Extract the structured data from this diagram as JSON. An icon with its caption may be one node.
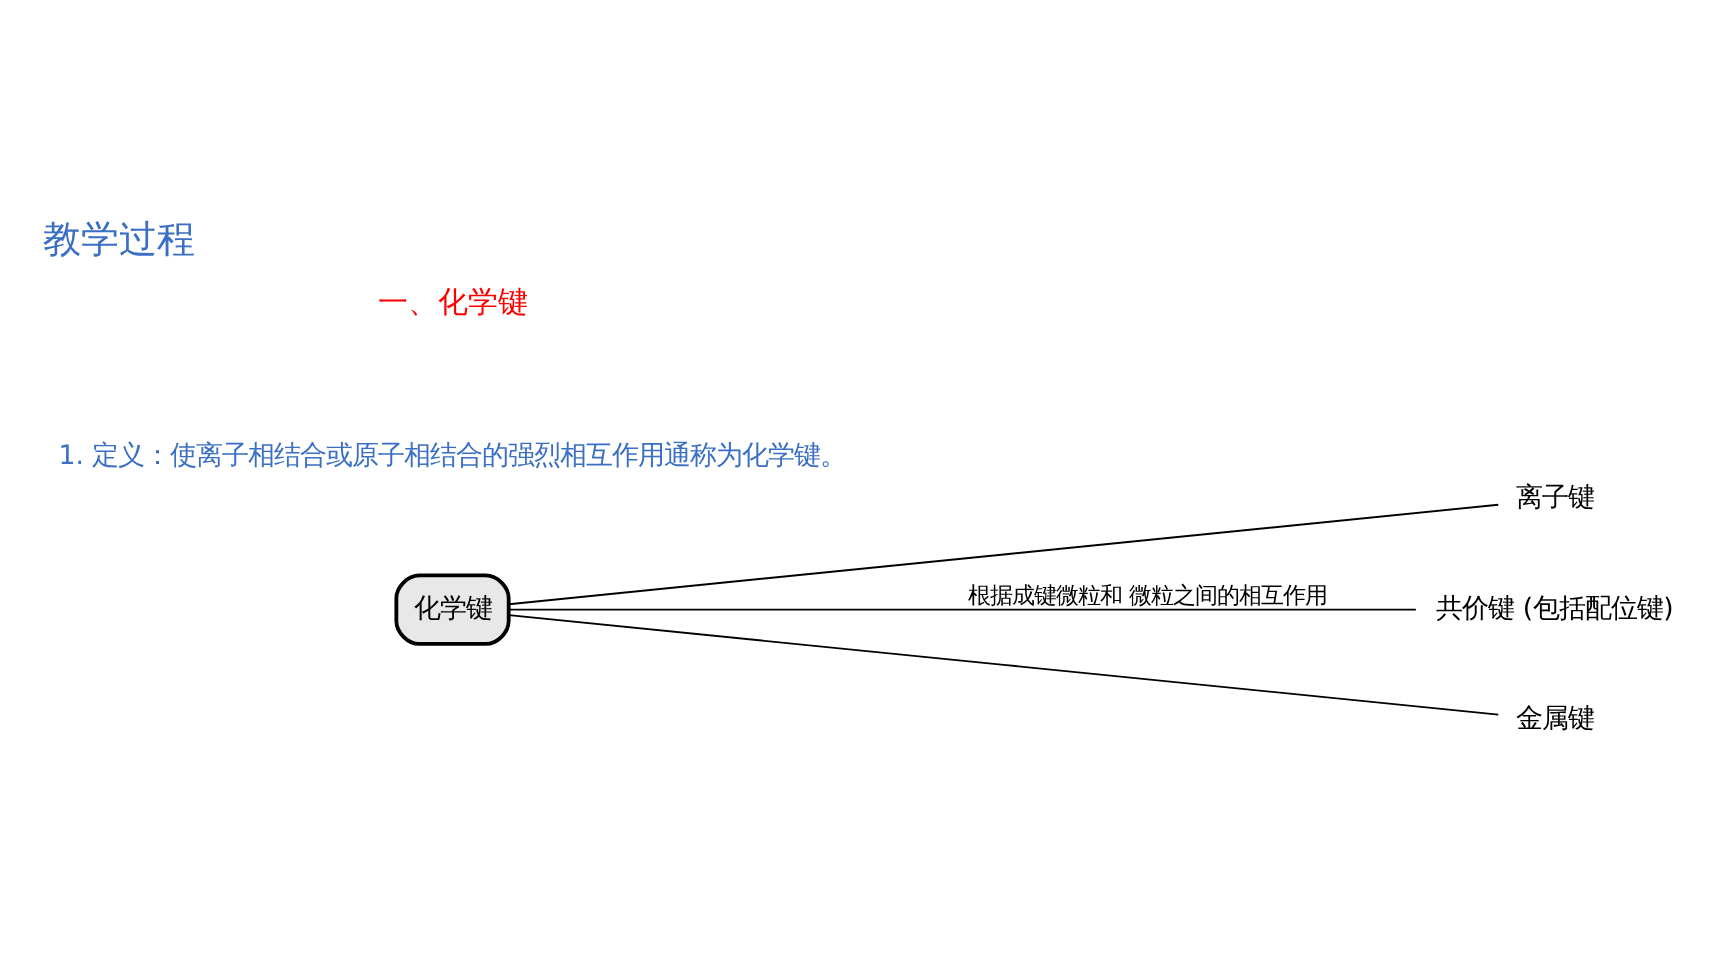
{
  "diagram": {
    "title": "教学过程",
    "nodes": [
      {
        "text": [
          "化学键"
        ]
      },
      {
        "text": [
          "离子键"
        ]
      },
      {
        "text": [
          "共价键 (包括配位键)"
        ]
      },
      {
        "text": [
          "金属键"
        ]
      }
    ],
    "edges": [
      {
        "from": 0,
        "to": 1,
        "arrow": "none"
      },
      {
        "from": 0,
        "to": 2,
        "arrow": "none",
        "label": "根据成键微粒和 微粒之间的相互作用"
      },
      {
        "from": 0,
        "to": 3,
        "arrow": "none"
      }
    ],
    "labels": [
      "一、化学键",
      "1. 定义：使离子相结合或原子相结合的强烈相互作用通称为化学键。"
    ]
  }
}
